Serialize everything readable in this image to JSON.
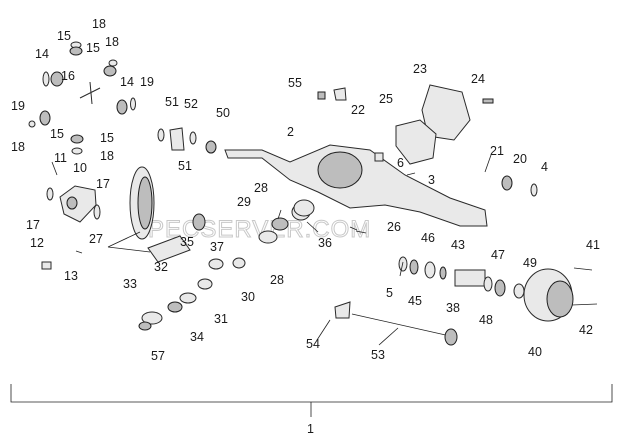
{
  "watermark": "PECSERVER.COM",
  "labels": [
    {
      "id": "l18a",
      "text": "18"
    },
    {
      "id": "l15a",
      "text": "15"
    },
    {
      "id": "l15b",
      "text": "15"
    },
    {
      "id": "l18b",
      "text": "18"
    },
    {
      "id": "l14a",
      "text": "14"
    },
    {
      "id": "l16",
      "text": "16"
    },
    {
      "id": "l14b",
      "text": "14"
    },
    {
      "id": "l19a",
      "text": "19"
    },
    {
      "id": "l19b",
      "text": "19"
    },
    {
      "id": "l18c",
      "text": "18"
    },
    {
      "id": "l15c",
      "text": "15"
    },
    {
      "id": "l15d",
      "text": "15"
    },
    {
      "id": "l18d",
      "text": "18"
    },
    {
      "id": "l11",
      "text": "11"
    },
    {
      "id": "l10",
      "text": "10"
    },
    {
      "id": "l17a",
      "text": "17"
    },
    {
      "id": "l17b",
      "text": "17"
    },
    {
      "id": "l12",
      "text": "12"
    },
    {
      "id": "l13",
      "text": "13"
    },
    {
      "id": "l51a",
      "text": "51"
    },
    {
      "id": "l52",
      "text": "52"
    },
    {
      "id": "l51b",
      "text": "51"
    },
    {
      "id": "l50",
      "text": "50"
    },
    {
      "id": "l2",
      "text": "2"
    },
    {
      "id": "l55",
      "text": "55"
    },
    {
      "id": "l22",
      "text": "22"
    },
    {
      "id": "l23",
      "text": "23"
    },
    {
      "id": "l24",
      "text": "24"
    },
    {
      "id": "l25",
      "text": "25"
    },
    {
      "id": "l6",
      "text": "6"
    },
    {
      "id": "l3",
      "text": "3"
    },
    {
      "id": "l21",
      "text": "21"
    },
    {
      "id": "l20",
      "text": "20"
    },
    {
      "id": "l4",
      "text": "4"
    },
    {
      "id": "l27",
      "text": "27"
    },
    {
      "id": "l28a",
      "text": "28"
    },
    {
      "id": "l29",
      "text": "29"
    },
    {
      "id": "l36",
      "text": "36"
    },
    {
      "id": "l26",
      "text": "26"
    },
    {
      "id": "l46",
      "text": "46"
    },
    {
      "id": "l43",
      "text": "43"
    },
    {
      "id": "l47",
      "text": "47"
    },
    {
      "id": "l49",
      "text": "49"
    },
    {
      "id": "l41",
      "text": "41"
    },
    {
      "id": "l35",
      "text": "35"
    },
    {
      "id": "l37",
      "text": "37"
    },
    {
      "id": "l32",
      "text": "32"
    },
    {
      "id": "l28b",
      "text": "28"
    },
    {
      "id": "l30",
      "text": "30"
    },
    {
      "id": "l33",
      "text": "33"
    },
    {
      "id": "l31",
      "text": "31"
    },
    {
      "id": "l34",
      "text": "34"
    },
    {
      "id": "l57",
      "text": "57"
    },
    {
      "id": "l5",
      "text": "5"
    },
    {
      "id": "l45",
      "text": "45"
    },
    {
      "id": "l38",
      "text": "38"
    },
    {
      "id": "l48",
      "text": "48"
    },
    {
      "id": "l42",
      "text": "42"
    },
    {
      "id": "l40",
      "text": "40"
    },
    {
      "id": "l54",
      "text": "54"
    },
    {
      "id": "l53",
      "text": "53"
    },
    {
      "id": "l1",
      "text": "1"
    }
  ]
}
